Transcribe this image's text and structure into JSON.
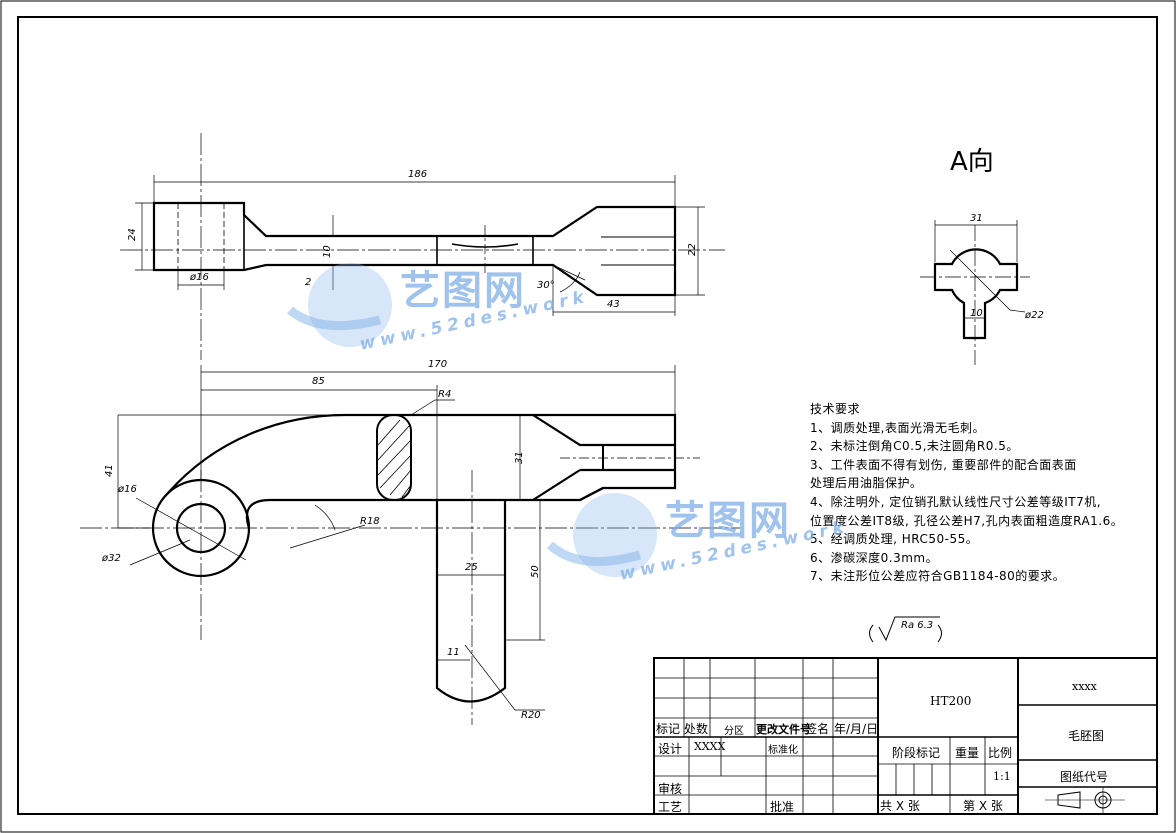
{
  "view_title": "A向",
  "dimensions": {
    "d186": "186",
    "d24": "24",
    "d10": "10",
    "d16a": "ø16",
    "d2": "2",
    "d30": "30°",
    "d43": "43",
    "d22": "22",
    "d170": "170",
    "d85": "85",
    "r4": "R4",
    "d41": "41",
    "d31": "31",
    "d16b": "ø16",
    "d32": "ø32",
    "r18": "R18",
    "d25": "25",
    "d50": "50",
    "d11": "11",
    "r20": "R20",
    "a31": "31",
    "a10": "10",
    "a22": "ø22"
  },
  "tech_requirements": {
    "heading": "技术要求",
    "items": [
      "1、调质处理,表面光滑无毛刺。",
      "2、未标注倒角C0.5,未注圆角R0.5。",
      "3、工件表面不得有划伤, 重要部件的配合面表面",
      "处理后用油脂保护。",
      "4、除注明外, 定位销孔默认线性尺寸公差等级IT7机,",
      "位置度公差IT8级, 孔径公差H7,孔内表面粗造度RA1.6。",
      "5、经调质处理, HRC50-55。",
      "6、渗碳深度0.3mm。",
      "7、未注形位公差应符合GB1184-80的要求。"
    ]
  },
  "roughness": "Ra 6.3",
  "watermark": {
    "title": "艺图网",
    "url": "www.52des.work"
  },
  "title_block": {
    "mark": "标记",
    "count": "处数",
    "zone": "分区",
    "change_doc": "更改文件号",
    "signature": "签名",
    "date": "年/月/日",
    "design": "设计",
    "designer": "XXXX",
    "standardize": "标准化",
    "review": "审核",
    "process": "工艺",
    "approve": "批准",
    "material": "HT200",
    "stage_mark": "阶段标记",
    "weight": "重量",
    "scale": "比例",
    "scale_value": "1:1",
    "total_sheets": "共 X 张",
    "sheet_no": "第 X 张",
    "company": "xxxx",
    "drawing_name": "毛胚图",
    "drawing_code": "图纸代号"
  }
}
